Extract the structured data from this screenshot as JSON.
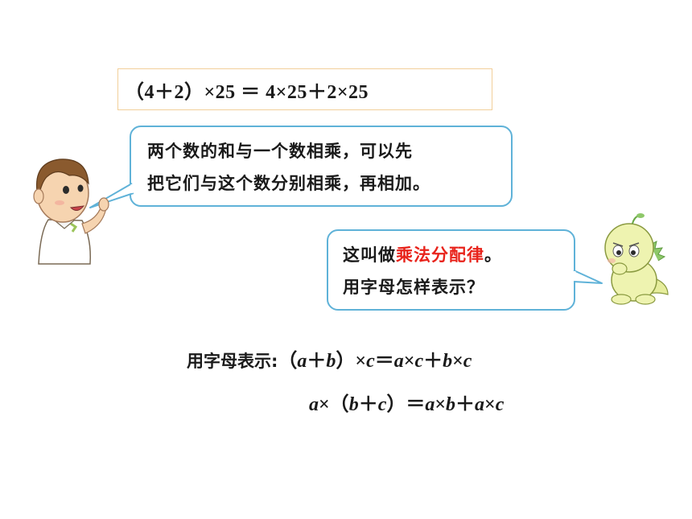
{
  "formula": "（4＋2）×25 ＝ 4×25＋2×25",
  "boy_bubble": {
    "line1": "两个数的和与一个数相乘，可以先",
    "line2": "把它们与这个数分别相乘，再相加。"
  },
  "dino_bubble": {
    "line1_prefix": "这叫做",
    "line1_highlight": "乘法分配律",
    "line1_suffix": "。",
    "line2": "用字母怎样表示？"
  },
  "letter_formula": {
    "label": "用字母表示:",
    "line1": [
      "（",
      "a",
      "＋",
      "b",
      "）×",
      "c",
      "＝",
      "a",
      "×",
      "c",
      "＋",
      "b",
      "×",
      "c"
    ],
    "line2": [
      "a",
      "×（",
      "b",
      "＋",
      "c",
      "）＝",
      "a",
      "×",
      "b",
      "＋",
      "a",
      "×",
      "c"
    ]
  },
  "colors": {
    "bubble_border": "#5fb2d8",
    "box_border": "#f2cf9a",
    "highlight": "#e8231b"
  },
  "icons": [
    "boy-character-icon",
    "dinosaur-character-icon"
  ]
}
